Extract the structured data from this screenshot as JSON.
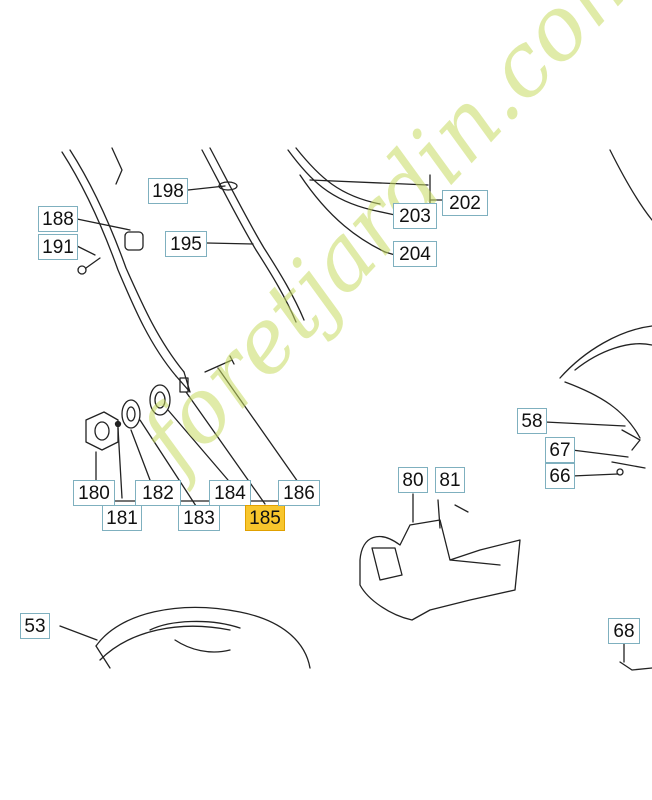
{
  "watermark": "foretjardin.com",
  "colors": {
    "callout_border": "#7fb0bf",
    "highlight": "#f8c62c",
    "watermark": "#c8dc62",
    "line": "#222222"
  },
  "callouts": {
    "c198": "198",
    "c188": "188",
    "c191": "191",
    "c195": "195",
    "c202": "202",
    "c203": "203",
    "c204": "204",
    "c58": "58",
    "c67": "67",
    "c66": "66",
    "c80": "80",
    "c81": "81",
    "c180": "180",
    "c181": "181",
    "c182": "182",
    "c183": "183",
    "c184": "184",
    "c185": "185",
    "c186": "186",
    "c53": "53",
    "c68": "68"
  },
  "highlighted": "185"
}
